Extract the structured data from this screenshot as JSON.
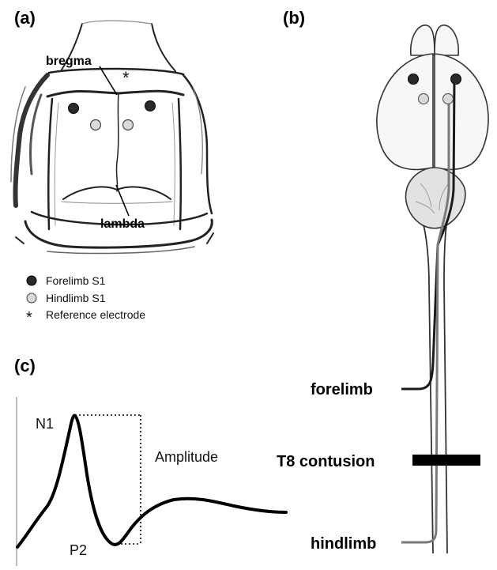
{
  "panels": {
    "a": "(a)",
    "b": "(b)",
    "c": "(c)"
  },
  "skull": {
    "bregma": "bregma",
    "lambda": "lambda",
    "reference_marker": "*"
  },
  "legend": [
    {
      "symbol": "dark-dot",
      "label": "Forelimb S1"
    },
    {
      "symbol": "light-dot",
      "label": "Hindlimb S1"
    },
    {
      "symbol": "asterisk",
      "label": "Reference electrode"
    }
  ],
  "spinal": {
    "forelimb": "forelimb",
    "contusion": "T8 contusion",
    "hindlimb": "hindlimb"
  },
  "waveform": {
    "n1": "N1",
    "p2": "P2",
    "amplitude": "Amplitude"
  },
  "colors": {
    "forelimb_dot": "#2a2a2a",
    "hindlimb_dot": "#d9d9d9",
    "forelimb_path": "#1a1a1a",
    "hindlimb_path": "#7a7a7a",
    "contusion_bar": "#000000"
  }
}
